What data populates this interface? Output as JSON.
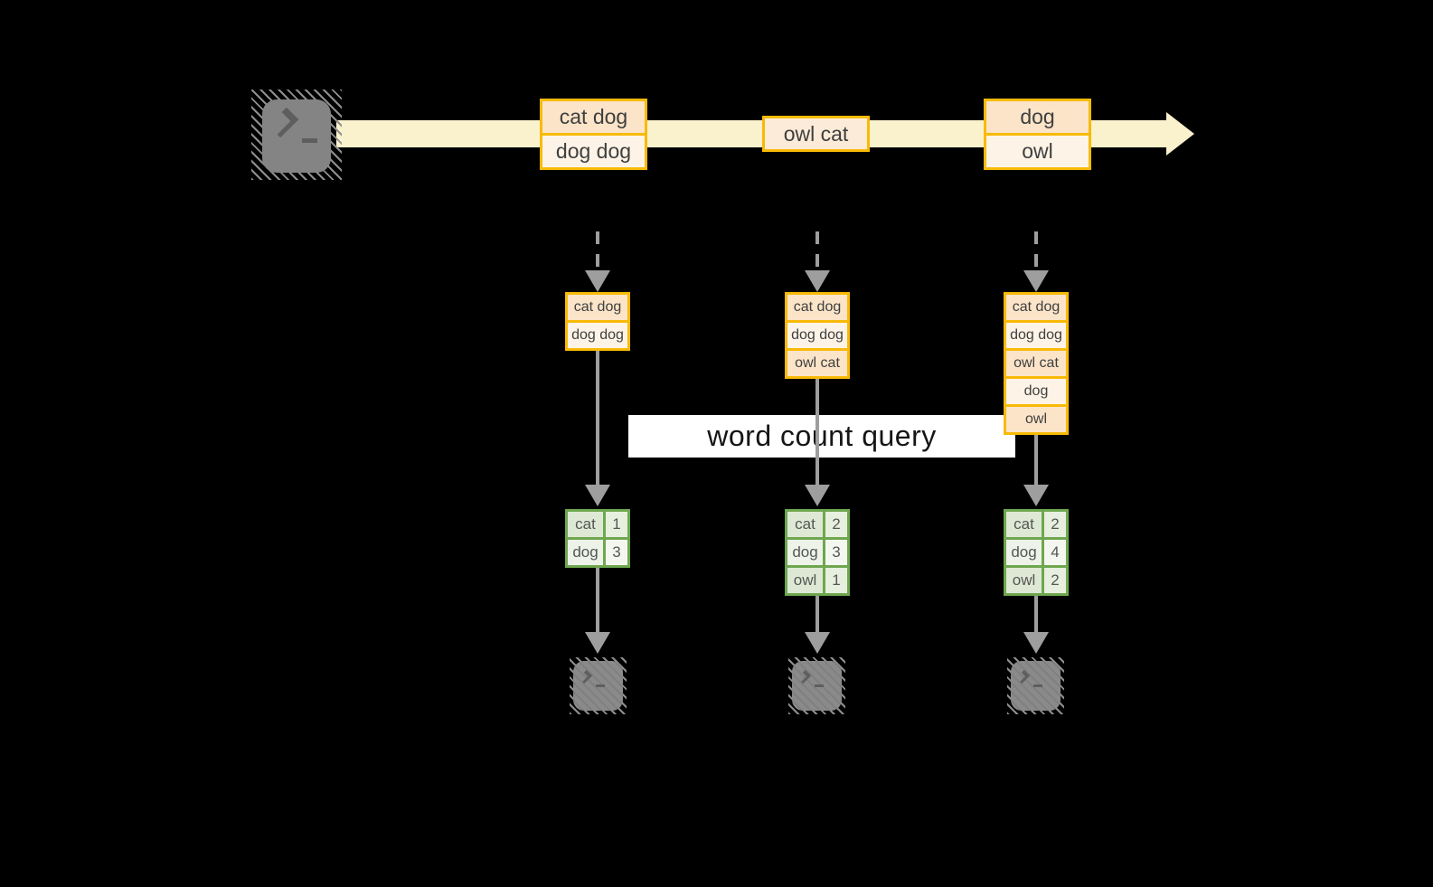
{
  "stream": {
    "source_icon": "terminal",
    "event_groups": [
      {
        "lines": [
          "cat dog",
          "dog dog"
        ]
      },
      {
        "lines": [
          "owl cat"
        ]
      },
      {
        "lines": [
          "dog",
          "owl"
        ]
      }
    ]
  },
  "micro_batches": [
    {
      "lines": [
        "cat dog",
        "dog dog"
      ]
    },
    {
      "lines": [
        "cat dog",
        "dog dog",
        "owl cat"
      ]
    },
    {
      "lines": [
        "cat dog",
        "dog dog",
        "owl cat",
        "dog",
        "owl"
      ]
    }
  ],
  "query": {
    "label": "word count query"
  },
  "result_tables": [
    {
      "rows": [
        {
          "word": "cat",
          "count": "1"
        },
        {
          "word": "dog",
          "count": "3"
        }
      ]
    },
    {
      "rows": [
        {
          "word": "cat",
          "count": "2"
        },
        {
          "word": "dog",
          "count": "3"
        },
        {
          "word": "owl",
          "count": "1"
        }
      ]
    },
    {
      "rows": [
        {
          "word": "cat",
          "count": "2"
        },
        {
          "word": "dog",
          "count": "4"
        },
        {
          "word": "owl",
          "count": "2"
        }
      ]
    }
  ],
  "colors": {
    "background": "#000000",
    "stream_band": "#faf1cd",
    "event_border": "#f8ba07",
    "event_fill_dark": "#fbe4c8",
    "event_fill_light": "#fdf3e6",
    "table_border": "#6ea74f",
    "table_fill_dark": "#dee9d5",
    "table_fill_light": "#edf3e8",
    "connector_gray": "#9e9e9e",
    "terminal_gray": "#848484",
    "query_label_bg": "#ffffff"
  }
}
